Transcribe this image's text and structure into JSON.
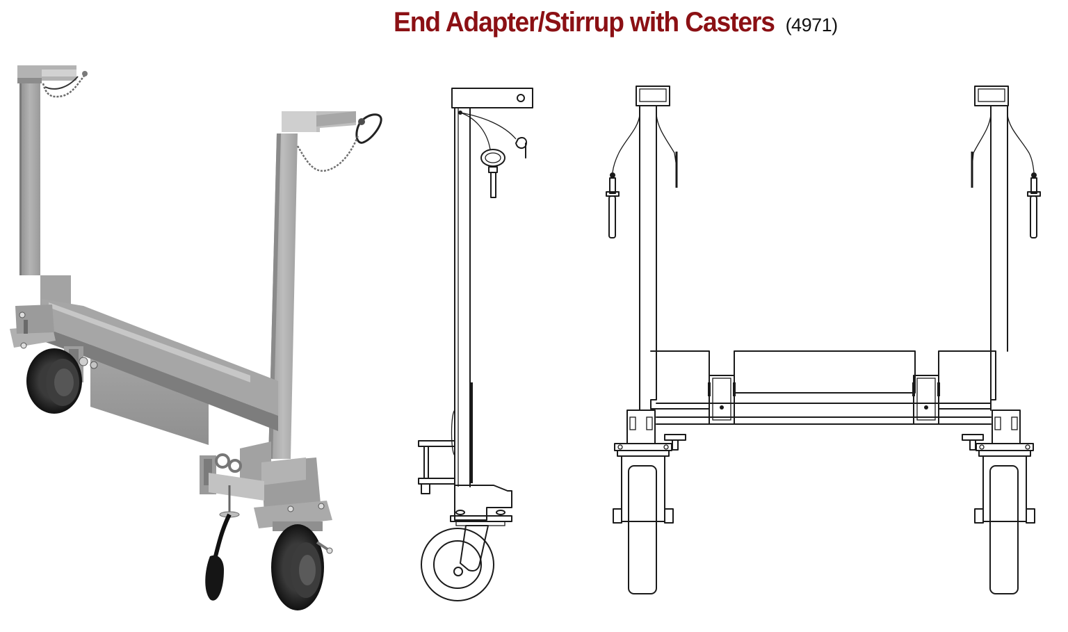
{
  "header": {
    "title": "End Adapter/Stirrup with Casters",
    "product_code": "(4971)",
    "title_color": "#8b1014",
    "code_color": "#111111"
  },
  "figures": [
    {
      "id": "photo",
      "kind": "grayscale-product-photo",
      "subject": "end adapter stirrup cart with casters, chain pins and handle"
    },
    {
      "id": "side-view",
      "kind": "line-drawing",
      "view": "side"
    },
    {
      "id": "front-view",
      "kind": "line-drawing",
      "view": "front"
    }
  ],
  "colors": {
    "background": "#ffffff",
    "metal_light": "#b9b9b9",
    "metal_mid": "#9a9a9a",
    "metal_dark": "#6f6f6f",
    "tire": "#1e1e1e",
    "line": "#1a1a1a"
  }
}
